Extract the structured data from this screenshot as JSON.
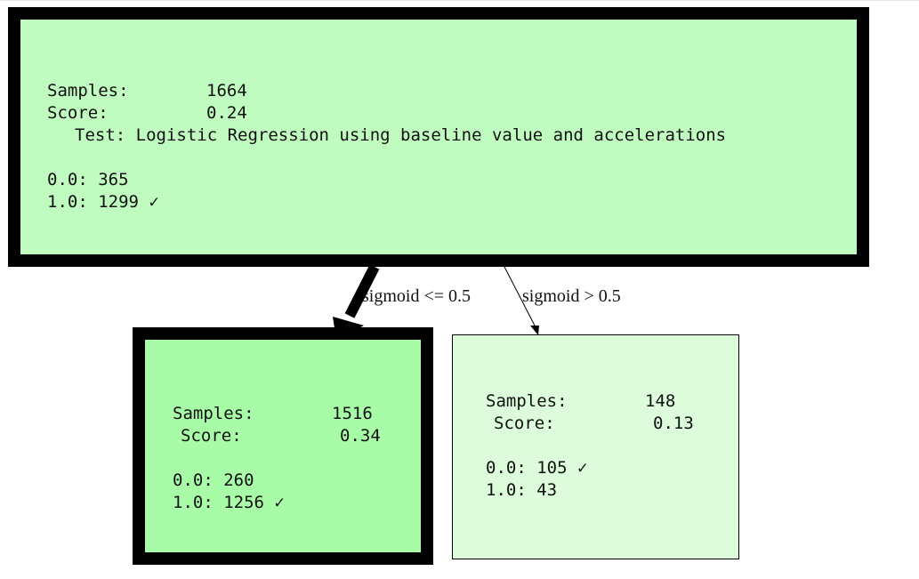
{
  "root": {
    "samples_label": "Samples:",
    "samples_value": "1664",
    "score_label": "Score:",
    "score_value": "0.24",
    "test": "Test: Logistic Regression using baseline value and accelerations",
    "class0": "0.0: 365",
    "class1": "1.0: 1299 ✓",
    "fill_color": "#c0fcc0"
  },
  "left_child": {
    "samples_label": "Samples:",
    "samples_value": "1516",
    "score_label": "Score:",
    "score_value": "0.34",
    "class0": "0.0: 260",
    "class1": "1.0: 1256 ✓",
    "fill_color": "#a8fca8"
  },
  "right_child": {
    "samples_label": "Samples:",
    "samples_value": "148",
    "score_label": "Score:",
    "score_value": "0.13",
    "class0": "0.0: 105 ✓",
    "class1": "1.0: 43",
    "fill_color": "#dcfcdc"
  },
  "edges": {
    "left_label": "sigmoid <= 0.5",
    "right_label": "sigmoid > 0.5"
  }
}
